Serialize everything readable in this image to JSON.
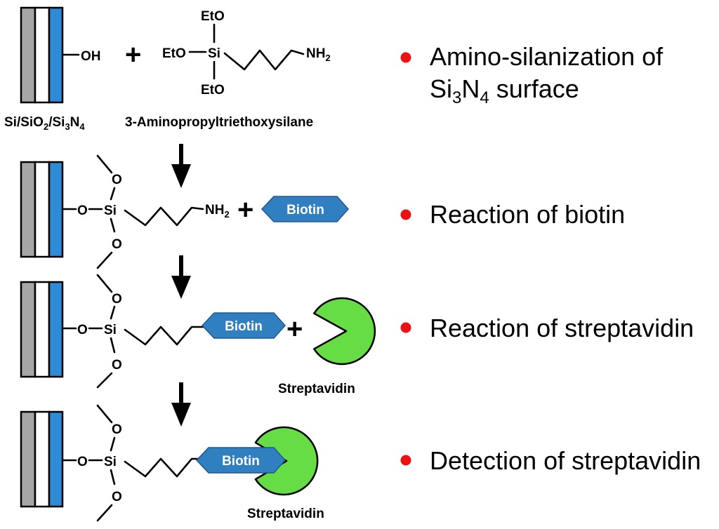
{
  "colors": {
    "si_layer": "#a6a6a6",
    "sio2_layer": "#ffffff",
    "si3n4_layer": "#2e8bd6",
    "biotin_fill": "#2f7fc1",
    "streptavidin_fill": "#66dd44",
    "bullet": "#ee1111",
    "arrow": "#000000"
  },
  "reagents": {
    "hydroxyl": "OH",
    "ethoxy": "EtO",
    "silicon": "Si",
    "oxygen": "O",
    "amine": "NH",
    "amine_sub": "2",
    "plus": "+"
  },
  "captions": {
    "substrate": {
      "a": "Si/SiO",
      "sub1": "2",
      "b": "/Si",
      "sub2": "3",
      "c": "N",
      "sub3": "4"
    },
    "aptes": "3-Aminopropyltriethoxysilane",
    "streptavidin_1": "Streptavidin",
    "streptavidin_2": "Streptavidin"
  },
  "biotin": {
    "label_1": "Biotin",
    "label_2": "Biotin",
    "label_3": "Biotin"
  },
  "steps": {
    "step1_line1": "Amino-silanization of",
    "step1_line2": {
      "a": "Si",
      "sub1": "3",
      "b": "N",
      "sub2": "4",
      "c": " surface"
    },
    "step2": "Reaction of biotin",
    "step3": "Reaction of streptavidin",
    "step4": "Detection of streptavidin"
  }
}
